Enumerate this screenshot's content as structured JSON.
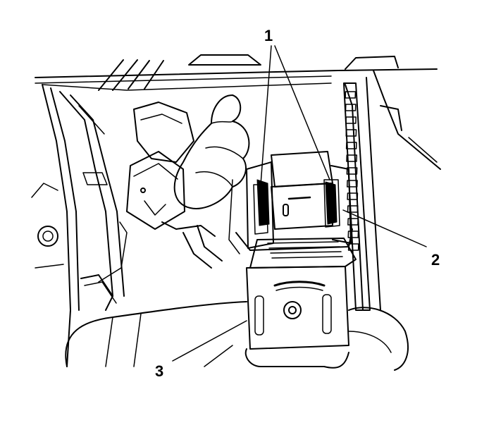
{
  "callouts": {
    "one": "1",
    "two": "2",
    "three": "3"
  },
  "colors": {
    "line": "#000000",
    "background": "#ffffff",
    "shade": "#000000"
  }
}
